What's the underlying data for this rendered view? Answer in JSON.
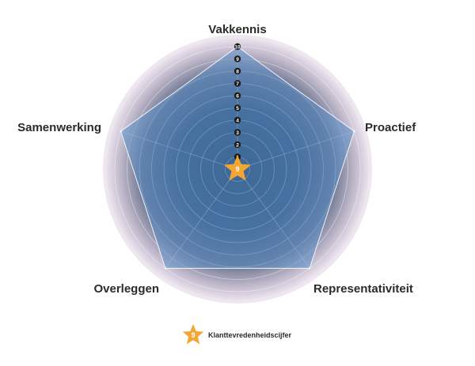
{
  "chart_data": {
    "type": "radar",
    "axes": [
      "Vakkennis",
      "Proactief",
      "Representativiteit",
      "Overleggen",
      "Samenwerking"
    ],
    "scale": {
      "min": 0,
      "max": 10,
      "ticks": [
        "1",
        "2",
        "3",
        "4",
        "5",
        "6",
        "7",
        "8",
        "9",
        "10"
      ]
    },
    "series": [
      {
        "values": [
          10,
          10,
          10,
          10,
          10
        ]
      }
    ],
    "center_score": {
      "value": "9"
    },
    "legend": {
      "label": "Klanttevredenheidscijfer",
      "star_value": "9",
      "position": "bottom-center"
    },
    "colors": {
      "polygon_fill": "#5b8fc9",
      "ring_dark": "#1f3a5c",
      "ring_mid": "#6d7891",
      "halo": "#efe7f0",
      "star": "#f4a632",
      "tick_bg": "#1c1c1c",
      "text": "#2b2b2b"
    }
  }
}
